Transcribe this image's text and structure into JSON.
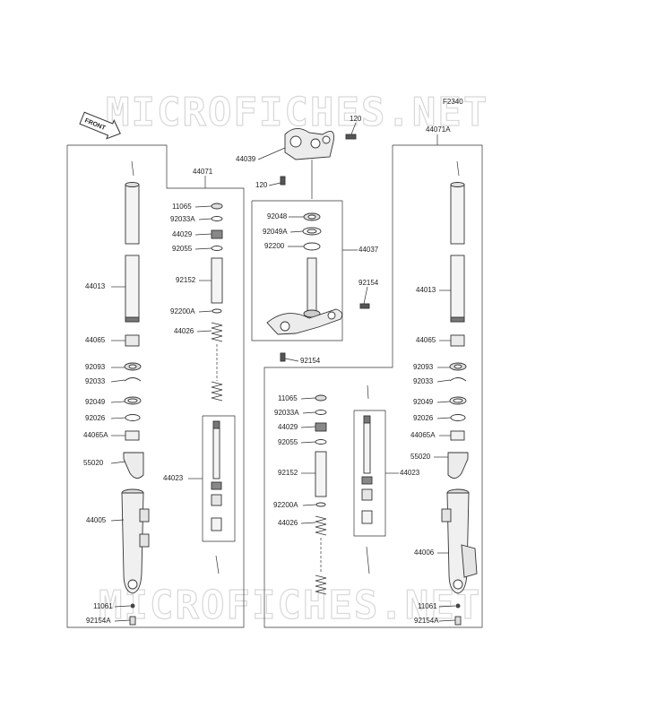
{
  "diagram_code": "F2340",
  "watermark": "MICROFICHES.NET",
  "front_arrow_label": "FRONT",
  "colors": {
    "line": "#333333",
    "part_fill": "#f4f4f4",
    "dark": "#555555",
    "watermark": "#d8d8d8"
  },
  "steering_stem": {
    "labels": [
      "120",
      "44039",
      "120",
      "92048",
      "92049A",
      "92200",
      "44037",
      "92154",
      "92154"
    ]
  },
  "left_fork": {
    "assembly_number": "44071",
    "outer_labels": [
      "44013",
      "44065",
      "92093",
      "92033",
      "92049",
      "92026",
      "44065A",
      "55020",
      "44005",
      "11061",
      "92154A"
    ],
    "inner_labels": [
      "11065",
      "92033A",
      "44029",
      "92055",
      "92152",
      "92200A",
      "44026",
      "44023"
    ]
  },
  "right_fork": {
    "assembly_number": "44071A",
    "outer_labels": [
      "44013",
      "44065",
      "92093",
      "92033",
      "92049",
      "92026",
      "44065A",
      "55020",
      "44006",
      "11061",
      "92154A"
    ],
    "inner_labels": [
      "11065",
      "92033A",
      "44029",
      "92055",
      "92152",
      "92200A",
      "44026",
      "44023"
    ]
  }
}
